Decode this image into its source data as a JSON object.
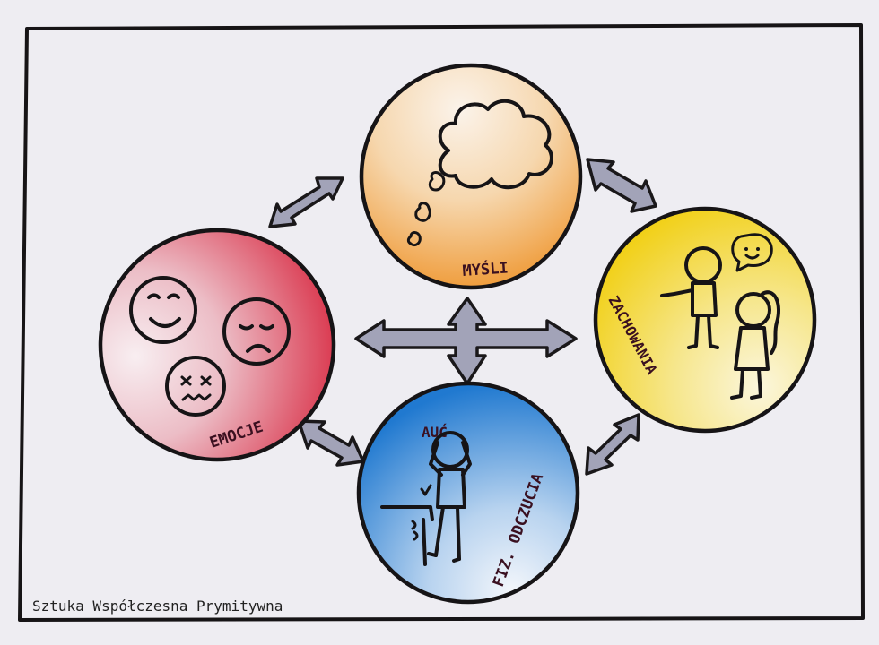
{
  "diagram": {
    "caption": "Sztuka Współczesna Prymitywna",
    "nodes": {
      "mysli": {
        "label": "MYŚLI",
        "color": "#ef9a2e"
      },
      "emocje": {
        "label": "EMOCJE",
        "color": "#d8283e"
      },
      "zachowania": {
        "label": "ZACHOWANIA",
        "color": "#f3d41e"
      },
      "odczucia": {
        "label": "FIZ. ODCZUCIA",
        "color": "#2f86d6"
      }
    },
    "exclamation": "AUĆ",
    "arrow_color": "#9ea0b6"
  }
}
